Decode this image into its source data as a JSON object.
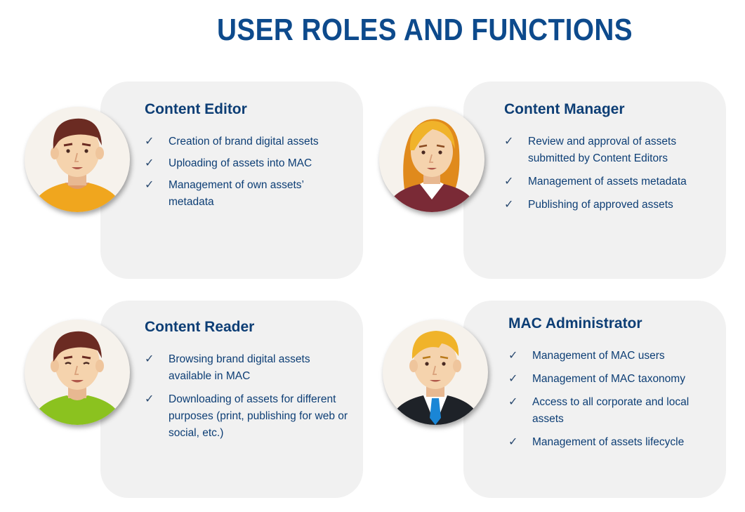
{
  "title": "USER ROLES AND FUNCTIONS",
  "roles": [
    {
      "title": "Content Editor",
      "icon": "male-avatar-orange-shirt-icon",
      "items": [
        "Creation of brand digital assets",
        "Uploading of assets into MAC",
        "Management of own assets’ metadata"
      ]
    },
    {
      "title": "Content Manager",
      "icon": "female-avatar-icon",
      "items": [
        "Review and approval of assets submitted by Content Editors",
        "Management of assets metadata",
        "Publishing of approved assets"
      ]
    },
    {
      "title": "Content Reader",
      "icon": "male-avatar-green-shirt-icon",
      "items": [
        "Browsing brand digital assets available in MAC",
        "Downloading of assets for different purposes (print, publishing for web or social, etc.)"
      ]
    },
    {
      "title": "MAC Administrator",
      "icon": "male-avatar-suit-icon",
      "items": [
        "Management of MAC users",
        "Management of MAC taxonomy",
        "Access to all corporate and local assets",
        "Management of assets lifecycle"
      ]
    }
  ],
  "check_symbol": "✓",
  "colors": {
    "title": "#0d4a8c",
    "text": "#0d3e75",
    "card": "#f1f1f1"
  }
}
